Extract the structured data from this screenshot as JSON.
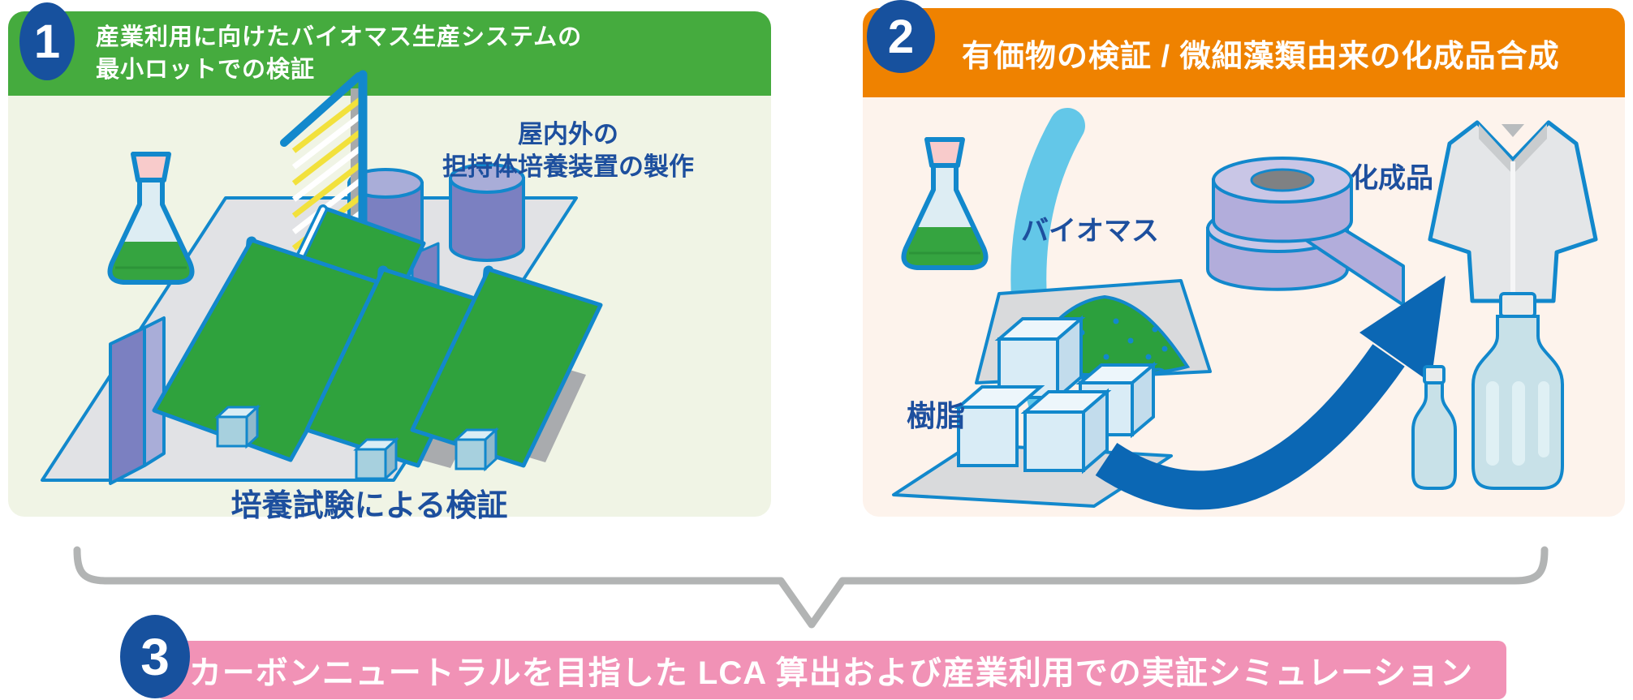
{
  "panel1": {
    "number": "1",
    "title_line1": "産業利用に向けたバイオマス生産システムの",
    "title_line2": "最小ロットでの検証",
    "device_caption_line1": "屋内外の",
    "device_caption_line2": "担持体培養装置の製作",
    "bottom_caption": "培養試験による検証"
  },
  "panel2": {
    "number": "2",
    "title": "有価物の検証 / 微細藻類由来の化成品合成",
    "label_biomass": "バイオマス",
    "label_resin": "樹脂",
    "label_chemical_products": "化成品"
  },
  "panel3": {
    "number": "3",
    "title": "カーボンニュートラルを目指した LCA 算出および産業利用での実証シミュレーション"
  },
  "colors": {
    "panel1_header": "#45ab3e",
    "panel1_bg": "#f0f4e5",
    "panel2_header": "#ef8200",
    "panel2_bg": "#fdf3ec",
    "panel3_bar": "#f192b6",
    "badge_blue": "#17519e",
    "label_blue": "#1d4f9e",
    "outline_blue": "#1288cc",
    "leaf_green": "#2fa23d",
    "sky_arrow": "#63c7e8",
    "dark_arrow": "#0b67b4",
    "brace_gray": "#b2b4b4"
  }
}
